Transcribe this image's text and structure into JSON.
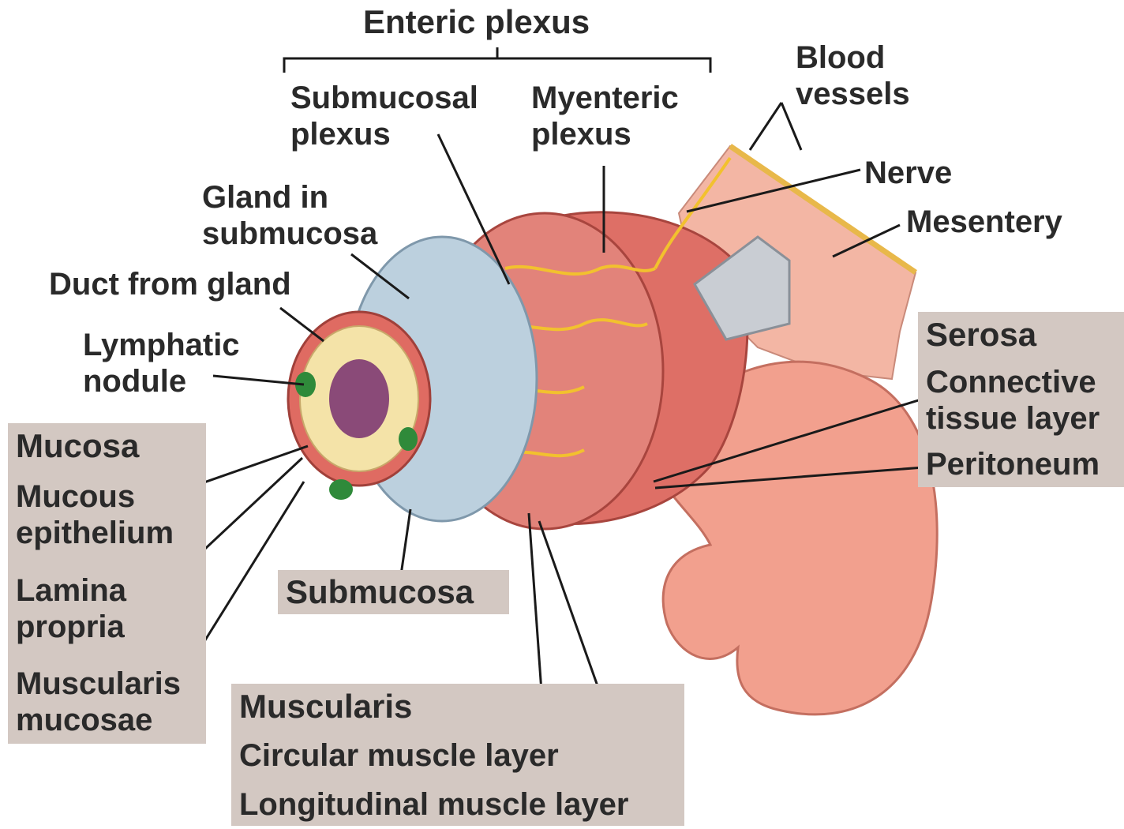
{
  "colors": {
    "label_box": "#d3c8c2",
    "label_text": "#2a2a2a",
    "leader_line": "#1a1a1a",
    "muscle_red": "#d9605a",
    "submucosa_blue": "#bcd0de",
    "lamina_cream": "#f4e3a8",
    "nerve_yellow": "#f2c12e",
    "mesentery_pink": "#f3b6a4",
    "gland_green": "#2f8a3a",
    "lumen_purple": "#8a4a78"
  },
  "labels": {
    "enteric_plexus": "Enteric plexus",
    "submucosal_plexus": "Submucosal\nplexus",
    "myenteric_plexus": "Myenteric\nplexus",
    "blood_vessels": "Blood\nvessels",
    "nerve": "Nerve",
    "mesentery": "Mesentery",
    "gland_in_submucosa": "Gland in\nsubmucosa",
    "duct_from_gland": "Duct from gland",
    "lymphatic_nodule": "Lymphatic\nnodule"
  },
  "mucosa_box": {
    "title": "Mucosa",
    "mucous_epithelium": "Mucous\nepithelium",
    "lamina_propria": "Lamina\npropria",
    "muscularis_mucosae": "Muscularis\nmucosae"
  },
  "submucosa_box": {
    "title": "Submucosa"
  },
  "muscularis_box": {
    "title": "Muscularis",
    "circular": "Circular muscle layer",
    "longitudinal": "Longitudinal muscle layer"
  },
  "serosa_box": {
    "title": "Serosa",
    "connective": "Connective\ntissue layer",
    "peritoneum": "Peritoneum"
  }
}
